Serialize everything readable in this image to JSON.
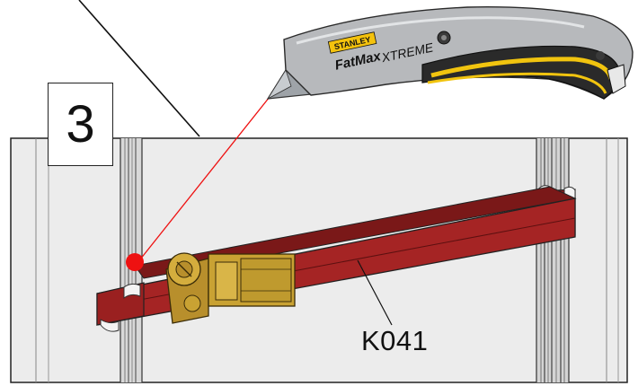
{
  "step": {
    "number": "3"
  },
  "strap": {
    "part_label": "K041"
  },
  "knife": {
    "brand": "STANLEY",
    "model_left": "FatMax",
    "model_right": "XTREME"
  },
  "colors": {
    "strap": "#a52424",
    "strap_dark": "#6e1414",
    "ratchet": "#c9a233",
    "cut_marker": "#ee1111",
    "knife_body": "#b7b9bc",
    "knife_grip": "#f1c40f",
    "knife_logo_bg": "#f4c20d"
  }
}
